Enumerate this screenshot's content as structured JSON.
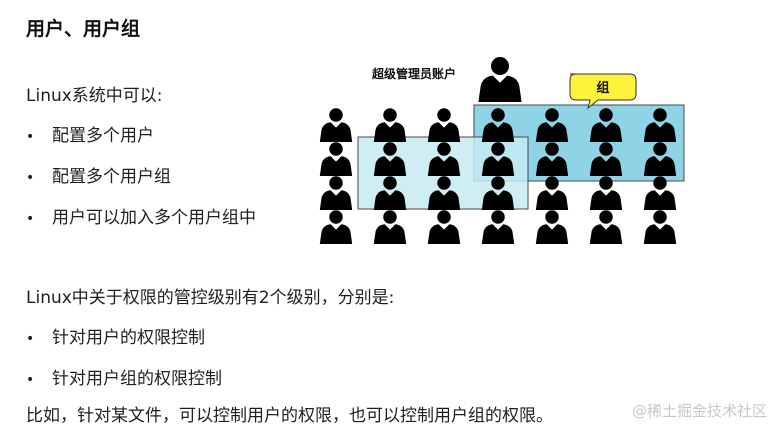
{
  "title": "用户、用户组",
  "intro": "Linux系统中可以:",
  "bullets1": [
    "配置多个用户",
    "配置多个用户组",
    "用户可以加入多个用户组中"
  ],
  "para2": "Linux中关于权限的管控级别有2个级别，分别是:",
  "bullets2": [
    "针对用户的权限控制",
    "针对用户组的权限控制"
  ],
  "para3": "比如，针对某文件，可以控制用户的权限，也可以控制用户组的权限。",
  "figure": {
    "admin_label": "超级管理员账户",
    "group_label": "组",
    "group_box_color": "#8fd3e6",
    "overlap_box_color": "#c6ebf2",
    "person_color": "#000000",
    "callout_color": "#fff23a"
  },
  "watermark": "@稀土掘金技术社区"
}
